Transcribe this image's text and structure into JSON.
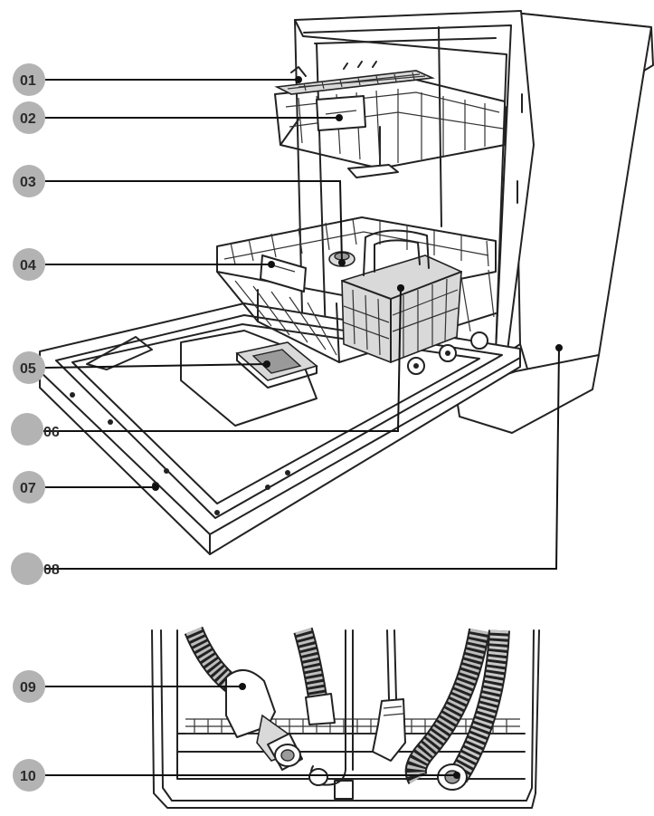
{
  "callouts": [
    {
      "id": "01"
    },
    {
      "id": "02"
    },
    {
      "id": "03"
    },
    {
      "id": "04"
    },
    {
      "id": "05"
    },
    {
      "id": "06"
    },
    {
      "id": "07"
    },
    {
      "id": "08"
    },
    {
      "id": "09"
    },
    {
      "id": "10"
    }
  ],
  "colors": {
    "badge": "#b3b3b3",
    "line": "#111111",
    "background": "#ffffff"
  }
}
